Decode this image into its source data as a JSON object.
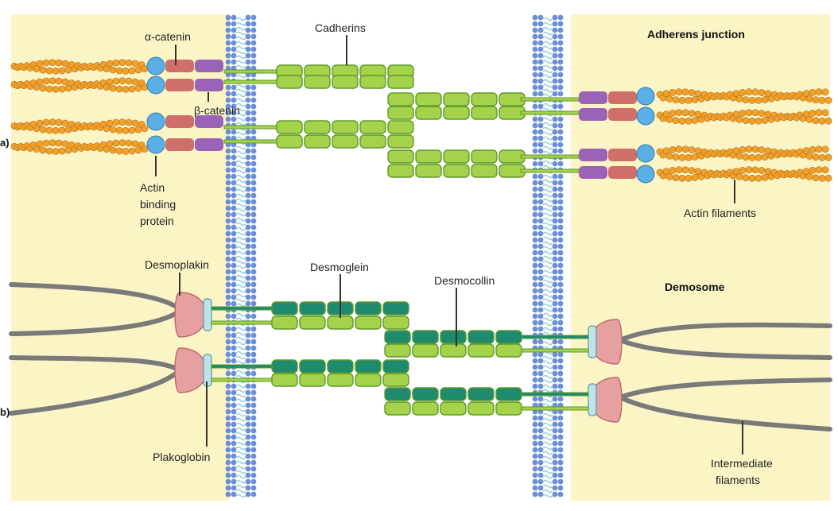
{
  "panels": {
    "a": "a)",
    "b": "b)"
  },
  "adherens": {
    "title": "Adherens junction",
    "labels": {
      "alpha_catenin": "α-catenin",
      "cadherins": "Cadherins",
      "beta_catenin": "β-catenin",
      "actin_binding_1": "Actin",
      "actin_binding_2": "binding",
      "actin_binding_3": "protein",
      "actin_filaments": "Actin filaments"
    }
  },
  "desmosome": {
    "title": "Demosome",
    "labels": {
      "desmoplakin": "Desmoplakin",
      "desmoglein": "Desmoglein",
      "desmocollin": "Desmocollin",
      "plakoglobin": "Plakoglobin",
      "intermediate_1": "Intermediate",
      "intermediate_2": "filaments"
    }
  },
  "colors": {
    "cytoplasm": "#fbf5c6",
    "membrane_bead": "#6b8fd6",
    "membrane_wave": "#9fd3d8",
    "actin": "#f2a02c",
    "actin_edge": "#b06e12",
    "light_green": "#a4d24a",
    "green_edge": "#5e9a2a",
    "dark_teal": "#1e8a6e",
    "alpha_catenin": "#cf6f6a",
    "beta_catenin": "#9b63b8",
    "abp_blue": "#5ab0e6",
    "plakin": "#e7a0a0",
    "plakoglobin": "#bde3e8",
    "filament_grey": "#7a7a7a"
  }
}
